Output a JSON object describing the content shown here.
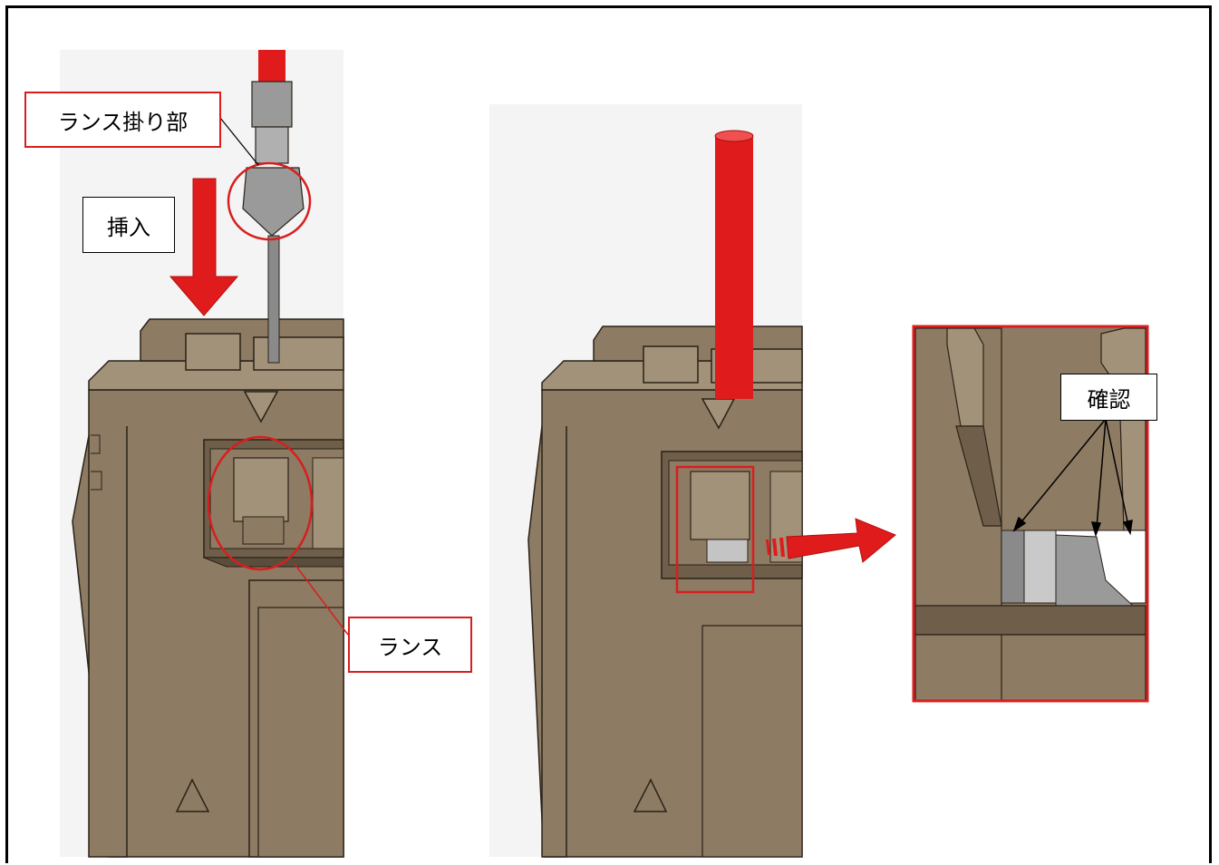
{
  "labels": {
    "lance_catch": "ランス掛り部",
    "insert": "挿入",
    "lance": "ランス",
    "confirm": "確認"
  },
  "colors": {
    "housing": "#8d7b63",
    "housing_dark": "#6f5f4a",
    "housing_light": "#a3927a",
    "wire": "#e01b1b",
    "callout": "#d81e1e",
    "arrow": "#e01b1b",
    "panel_bg": "#f4f4f4",
    "terminal": "#9a9a9a"
  },
  "icons": {
    "insert_arrow": "down-arrow-icon",
    "zoom_arrow": "right-arrow-icon"
  }
}
